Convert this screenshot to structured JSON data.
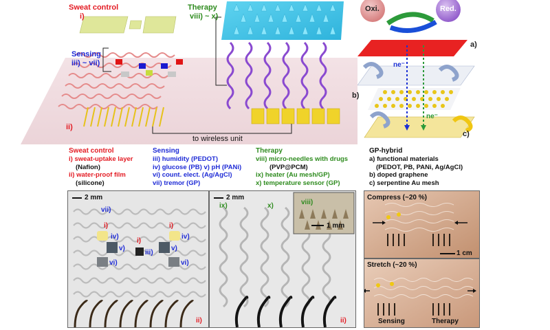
{
  "schematic": {
    "sweat_control_title": "Sweat control",
    "sweat_control_numeral": "i)",
    "therapy_title": "Therapy",
    "therapy_numerals": "viii) ~ x)",
    "sensing_title": "Sensing",
    "sensing_numerals": "iii) ~ vii)",
    "base_numeral": "ii)",
    "wireless_label": "to wireless unit"
  },
  "gp_diagram": {
    "oxi": "Oxi.",
    "red": "Red.",
    "electron_1": "ne⁻",
    "electron_2": "ne⁻",
    "layer_a": "a)",
    "layer_b": "b)",
    "layer_c": "c)"
  },
  "legend": {
    "sweat": {
      "title": "Sweat control",
      "lines": [
        "i) sweat-uptake layer",
        "(Nafion)",
        "ii) water-proof film",
        "(silicone)"
      ]
    },
    "sensing": {
      "title": "Sensing",
      "lines": [
        "iii) humidity (PEDOT)",
        "iv) glucose (PB)",
        "v) pH (PANi)",
        "vi) count. elect. (Ag/AgCl)",
        "vii) tremor (GP)"
      ]
    },
    "therapy": {
      "title": "Therapy",
      "lines": [
        "viii) micro-needles with drugs",
        "(PVP@PCM)",
        "ix) heater (Au mesh/GP)",
        "x) temperature sensor (GP)"
      ]
    },
    "gp_hybrid": {
      "title": "GP-hybrid",
      "lines": [
        "a) functional materials",
        "(PEDOT, PB, PANi, Ag/AgCl)",
        "b) doped graphene",
        "c) serpentine Au mesh"
      ]
    }
  },
  "photo_sensing": {
    "scale": "2 mm",
    "labels": {
      "vii": "vii)",
      "i_left": "i)",
      "i_right": "i)",
      "iv_left": "iv)",
      "iv_right": "iv)",
      "v_left": "v)",
      "v_right": "v)",
      "i_mid": "i)",
      "iii": "iii)",
      "vi_left": "vi)",
      "vi_right": "vi)",
      "ii": "ii)"
    }
  },
  "photo_therapy": {
    "scale": "2 mm",
    "labels": {
      "ix": "ix)",
      "x": "x)",
      "ii": "ii)"
    },
    "inset_label": "viii)",
    "inset_scale": "1 mm"
  },
  "photo_compress": {
    "title": "Compress (~20 %)",
    "scale": "1 cm"
  },
  "photo_stretch": {
    "title": "Stretch (~20 %)",
    "left_label": "Sensing",
    "right_label": "Therapy"
  }
}
